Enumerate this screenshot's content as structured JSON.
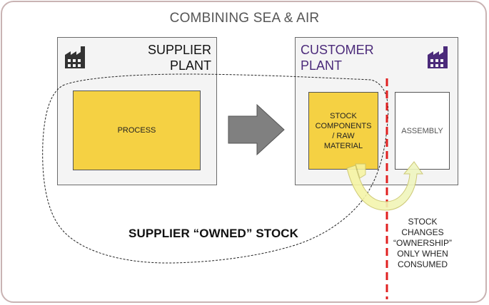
{
  "title": "COMBINING SEA & AIR",
  "supplier_plant": {
    "title_lines": [
      "SUPPLIER",
      "PLANT"
    ],
    "process_label": "PROCESS",
    "icon": "factory-icon",
    "icon_color": "#333333"
  },
  "customer_plant": {
    "title_lines": [
      "CUSTOMER",
      "PLANT"
    ],
    "title_color": "#4b2a7a",
    "icon": "factory-icon",
    "icon_color": "#4b2a7a",
    "stock_label_lines": [
      "STOCK",
      "COMPONENTS",
      "/ RAW",
      "MATERIAL"
    ],
    "assembly_label": "ASSEMBLY"
  },
  "supplier_owned_label": "SUPPLIER “OWNED” STOCK",
  "ownership_note_lines": [
    "STOCK",
    "CHANGES",
    "“OWNERSHIP”",
    "ONLY WHEN",
    "CONSUMED"
  ],
  "colors": {
    "accent_yellow": "#f5d143",
    "divider_red": "#e02020",
    "arrow_gray": "#808080",
    "frame_border": "#c9b3b3"
  }
}
